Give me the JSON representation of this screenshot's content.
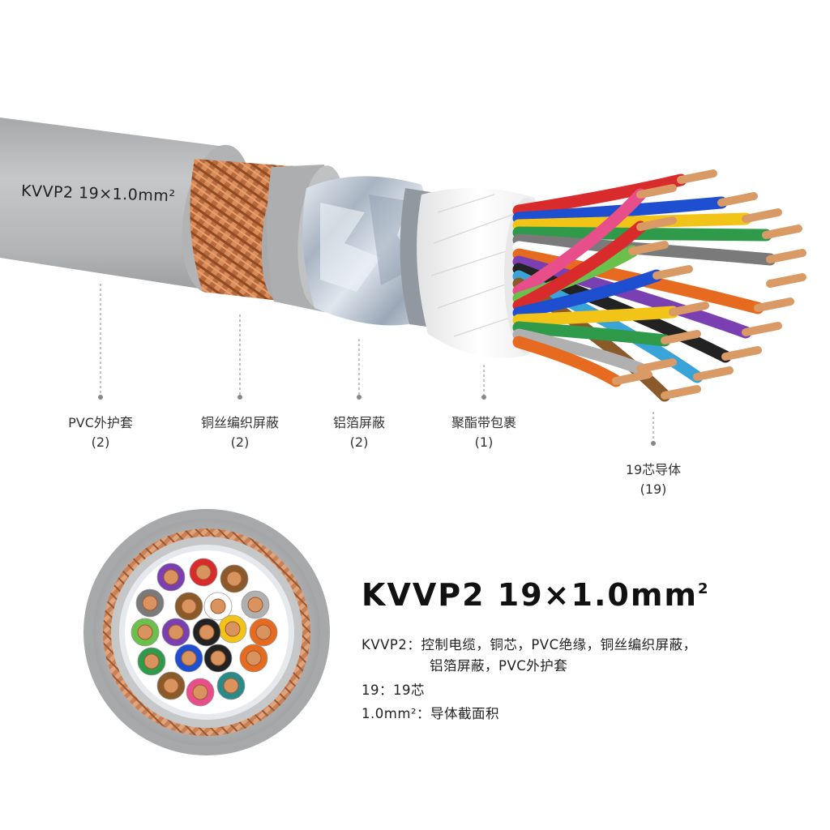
{
  "cable_print": "KVVP2  19×1.0mm²",
  "layers": [
    {
      "name": "PVC外护套",
      "count": "(2)"
    },
    {
      "name": "铜丝编织屏蔽",
      "count": "(2)"
    },
    {
      "name": "铝箔屏蔽",
      "count": "(2)"
    },
    {
      "name": "聚酯带包裹",
      "count": "(1)"
    },
    {
      "name": "19芯导体",
      "count": "(19)"
    }
  ],
  "product": {
    "title": "KVVP2 19×1.0mm",
    "title_sup": "2",
    "lines": [
      "KVVP2：控制电缆，铜芯，PVC绝缘，铜丝编织屏蔽，",
      "铝箔屏蔽，PVC外护套",
      "19：19芯",
      "1.0mm²：导体截面积"
    ]
  },
  "colors": {
    "sheath": "#b9babc",
    "copper": "#c97a4a",
    "foil": "#c9d3de",
    "tape": "#f4f4f4"
  }
}
